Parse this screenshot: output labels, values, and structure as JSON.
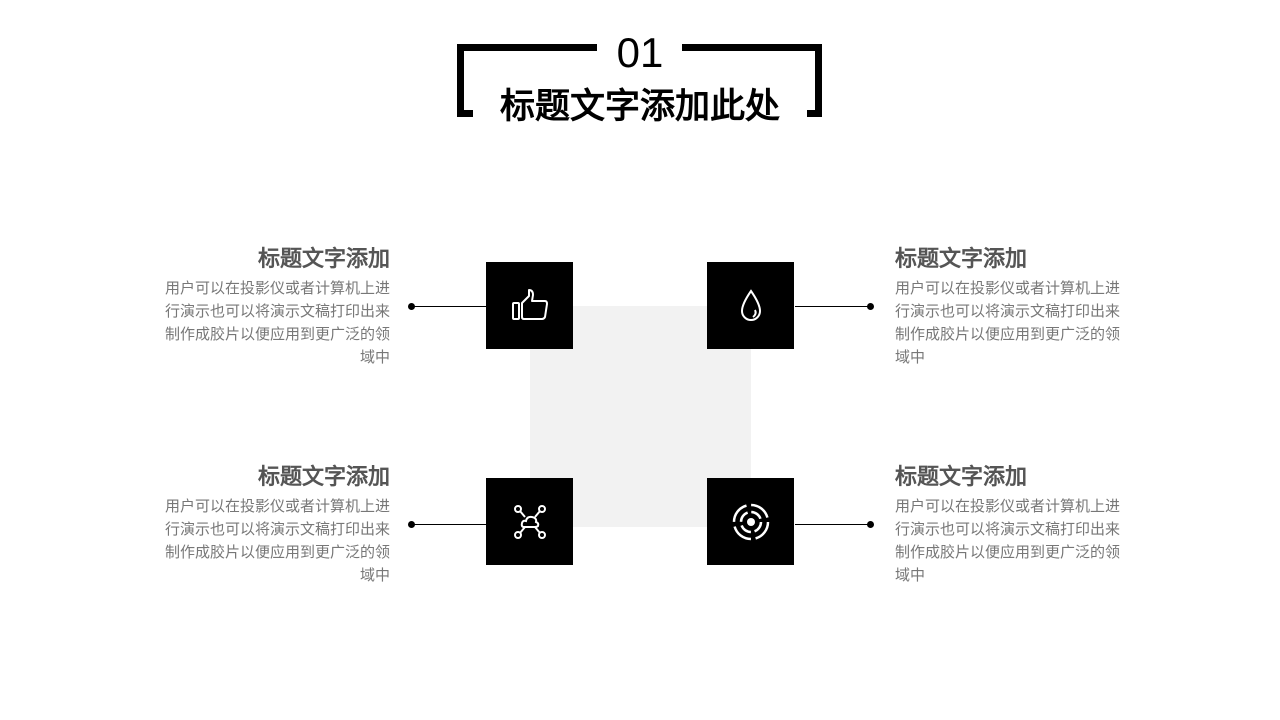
{
  "header": {
    "number": "01",
    "title": "标题文字添加此处"
  },
  "items": [
    {
      "title": "标题文字添加",
      "body": "用户可以在投影仪或者计算机上进行演示也可以将演示文稿打印出来制作成胶片以便应用到更广泛的领域中",
      "icon": "thumbs-up-icon"
    },
    {
      "title": "标题文字添加",
      "body": "用户可以在投影仪或者计算机上进行演示也可以将演示文稿打印出来制作成胶片以便应用到更广泛的领域中",
      "icon": "water-drop-icon"
    },
    {
      "title": "标题文字添加",
      "body": "用户可以在投影仪或者计算机上进行演示也可以将演示文稿打印出来制作成胶片以便应用到更广泛的领域中",
      "icon": "cloud-network-icon"
    },
    {
      "title": "标题文字添加",
      "body": "用户可以在投影仪或者计算机上进行演示也可以将演示文稿打印出来制作成胶片以便应用到更广泛的领域中",
      "icon": "target-icon"
    }
  ]
}
